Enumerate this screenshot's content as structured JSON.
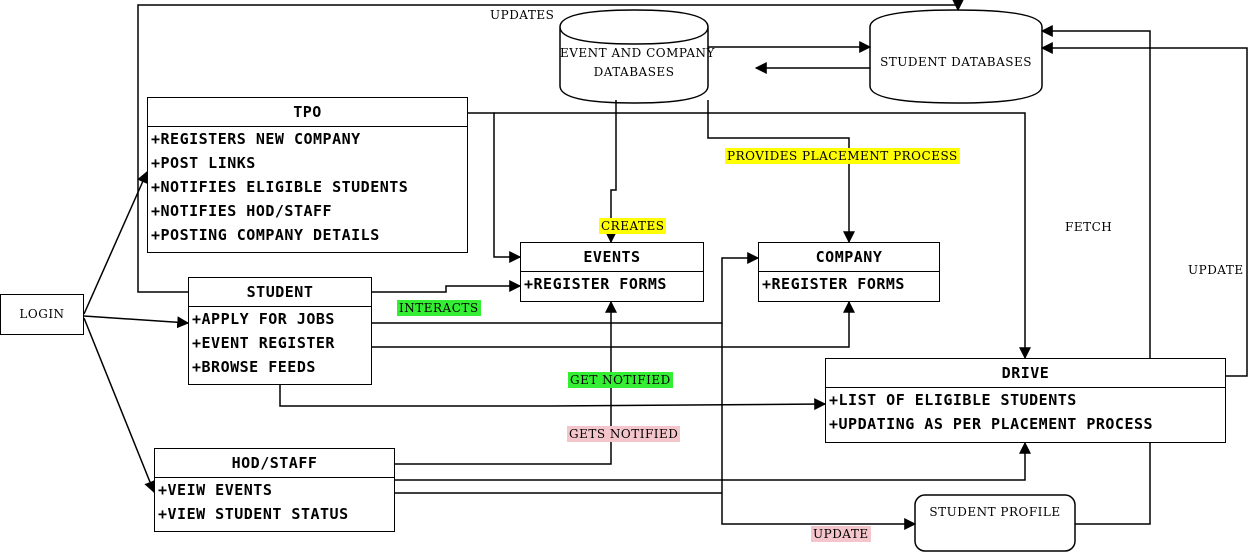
{
  "colors": {
    "yellow": "#ffff00",
    "green": "#33ee33",
    "pink": "#f4c6cc",
    "line": "#000000"
  },
  "login": {
    "label": "LOGIN"
  },
  "tpo": {
    "title": "TPO",
    "items": [
      "+REGISTERS NEW COMPANY",
      "+POST LINKS",
      "+NOTIFIES ELIGIBLE STUDENTS",
      "+NOTIFIES HOD/STAFF",
      "+POSTING COMPANY DETAILS"
    ]
  },
  "student": {
    "title": "STUDENT",
    "items": [
      "+APPLY FOR JOBS",
      "+EVENT REGISTER",
      "+BROWSE FEEDS"
    ]
  },
  "hod": {
    "title": "HOD/STAFF",
    "items": [
      "+VEIW EVENTS",
      "+VIEW STUDENT STATUS"
    ]
  },
  "events": {
    "title": "EVENTS",
    "items": [
      "+REGISTER FORMS"
    ]
  },
  "company": {
    "title": "COMPANY",
    "items": [
      "+REGISTER FORMS"
    ]
  },
  "drive": {
    "title": "DRIVE",
    "items": [
      "+LIST OF ELIGIBLE STUDENTS",
      "+UPDATING AS PER PLACEMENT PROCESS"
    ]
  },
  "event_db": {
    "line1": "EVENT AND COMPANY",
    "line2": "DATABASES"
  },
  "student_db": {
    "label": "STUDENT DATABASES"
  },
  "student_profile": {
    "label": "STUDENT PROFILE"
  },
  "labels": {
    "updates": "UPDATES",
    "provides": "PROVIDES PLACEMENT PROCESS",
    "creates": "CREATES",
    "fetch": "FETCH",
    "update_right": "UPDATE",
    "interacts": "INTERACTS",
    "get_notified": "GET NOTIFIED",
    "gets_notified": "GETS NOTIFIED",
    "update_bottom": "UPDATE"
  }
}
